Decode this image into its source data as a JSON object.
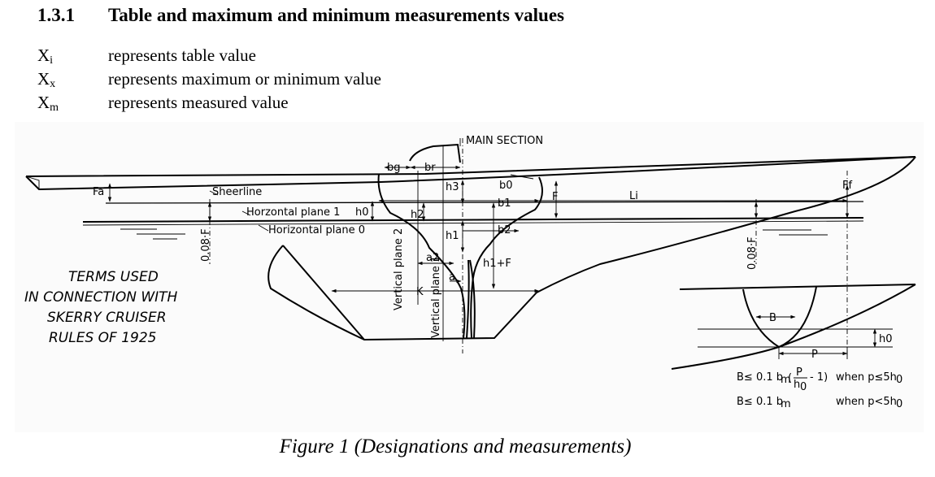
{
  "section": {
    "number": "1.3.1",
    "title": "Table and maximum and minimum measurements values"
  },
  "definitions": [
    {
      "symbol": "X",
      "sub": "i",
      "text": "represents table value"
    },
    {
      "symbol": "X",
      "sub": "x",
      "text": "represents maximum or minimum value"
    },
    {
      "symbol": "X",
      "sub": "m",
      "text": "represents measured value"
    }
  ],
  "figure": {
    "labels": {
      "main_section": "MAIN SECTION",
      "sheerline": "Sheerline",
      "horizontal_plane_1": "Horzontal plane 1",
      "horizontal_plane_0": "Horizontal plane 0",
      "vertical_plane_1": "Vertical plane 1",
      "vertical_plane_2": "Vertical plane 2",
      "fa": "Fa",
      "ff": "Ff",
      "f": "F",
      "li": "Li",
      "h0": "h0",
      "h1": "h1",
      "h2": "h2",
      "h3": "h3",
      "b0": "b0",
      "b1": "b1",
      "b2": "b2",
      "bg": "bg",
      "br": "br",
      "a": "a",
      "a2": "a2",
      "k": "K",
      "h1_plus_f": "h1+F",
      "aft_mark": "0.08·F",
      "fwd_mark": "0.08·F",
      "inset_b": "B",
      "inset_p": "P",
      "inset_h0": "h0"
    },
    "terms_lines": [
      "TERMS USED",
      "IN CONNECTION WITH",
      "SKERRY CRUISER",
      "RULES OF 1925"
    ],
    "formula_1": {
      "lhs": "B≤ 0.1 b",
      "cond": "when  p≤5h"
    },
    "formula_2": {
      "lhs": "B≤ 0.1 b",
      "cond": "when  p<5h"
    }
  },
  "caption": "Figure 1 (Designations and measurements)"
}
